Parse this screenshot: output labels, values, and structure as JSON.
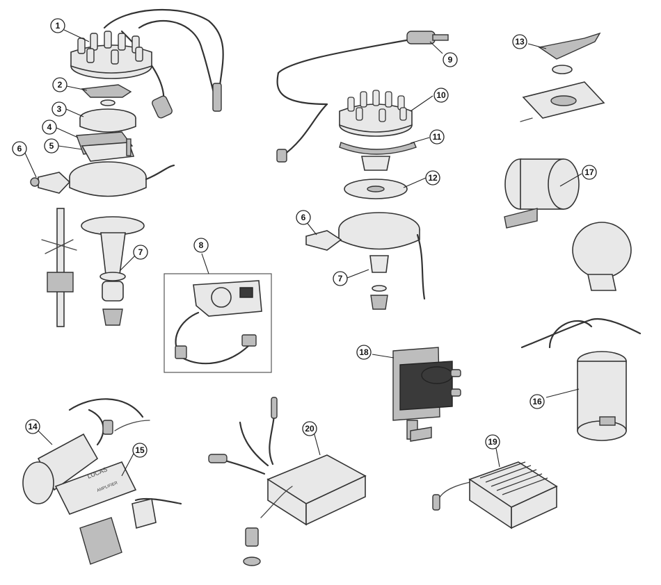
{
  "callouts": [
    {
      "id": "1",
      "label": "1"
    },
    {
      "id": "2",
      "label": "2"
    },
    {
      "id": "3",
      "label": "3"
    },
    {
      "id": "4",
      "label": "4"
    },
    {
      "id": "5",
      "label": "5"
    },
    {
      "id": "6a",
      "label": "6"
    },
    {
      "id": "7a",
      "label": "7"
    },
    {
      "id": "8",
      "label": "8"
    },
    {
      "id": "9",
      "label": "9"
    },
    {
      "id": "10",
      "label": "10"
    },
    {
      "id": "11",
      "label": "11"
    },
    {
      "id": "12",
      "label": "12"
    },
    {
      "id": "6b",
      "label": "6"
    },
    {
      "id": "7b",
      "label": "7"
    },
    {
      "id": "13",
      "label": "13"
    },
    {
      "id": "17",
      "label": "17"
    },
    {
      "id": "16",
      "label": "16"
    },
    {
      "id": "18",
      "label": "18"
    },
    {
      "id": "14",
      "label": "14"
    },
    {
      "id": "15",
      "label": "15"
    },
    {
      "id": "20",
      "label": "20"
    },
    {
      "id": "19",
      "label": "19"
    }
  ],
  "labels": {
    "coil_brand": "LUCAS",
    "amplifier_text": "AMPLIFIER"
  }
}
